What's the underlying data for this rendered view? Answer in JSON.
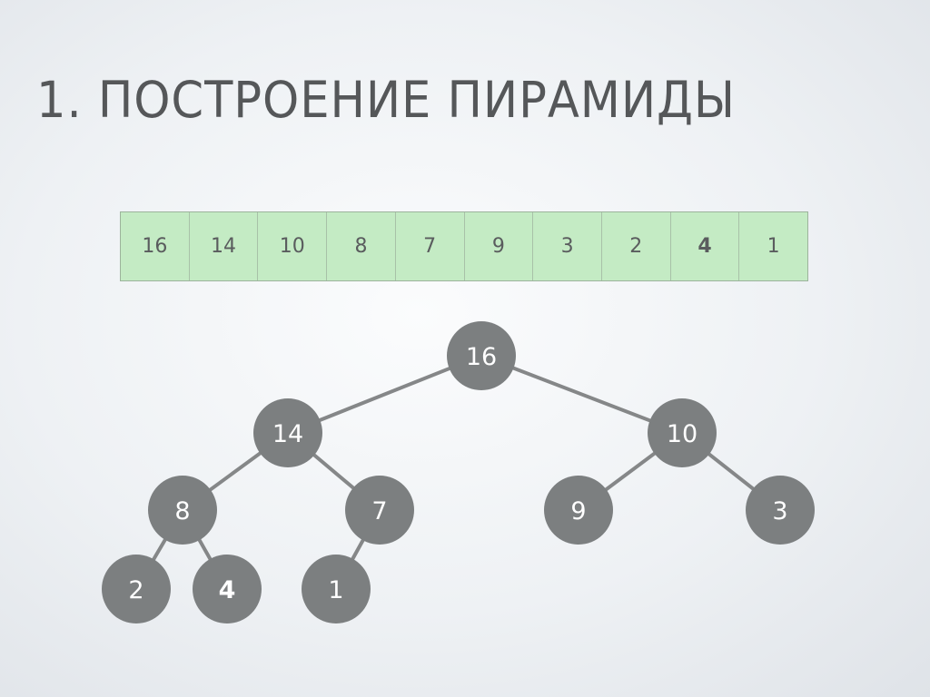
{
  "title": "1. ПОСТРОЕНИЕ ПИРАМИДЫ",
  "array": [
    {
      "value": "16",
      "highlight": false
    },
    {
      "value": "14",
      "highlight": false
    },
    {
      "value": "10",
      "highlight": false
    },
    {
      "value": "8",
      "highlight": false
    },
    {
      "value": "7",
      "highlight": false
    },
    {
      "value": "9",
      "highlight": false
    },
    {
      "value": "3",
      "highlight": false
    },
    {
      "value": "2",
      "highlight": false
    },
    {
      "value": "4",
      "highlight": true
    },
    {
      "value": "1",
      "highlight": false
    }
  ],
  "tree": {
    "nodes": [
      {
        "id": 0,
        "value": "16",
        "highlight": false
      },
      {
        "id": 1,
        "value": "14",
        "highlight": false
      },
      {
        "id": 2,
        "value": "10",
        "highlight": false
      },
      {
        "id": 3,
        "value": "8",
        "highlight": false
      },
      {
        "id": 4,
        "value": "7",
        "highlight": false
      },
      {
        "id": 5,
        "value": "9",
        "highlight": false
      },
      {
        "id": 6,
        "value": "3",
        "highlight": false
      },
      {
        "id": 7,
        "value": "2",
        "highlight": false
      },
      {
        "id": 8,
        "value": "4",
        "highlight": true
      },
      {
        "id": 9,
        "value": "1",
        "highlight": false
      }
    ],
    "edges": [
      [
        0,
        1
      ],
      [
        0,
        2
      ],
      [
        1,
        3
      ],
      [
        1,
        4
      ],
      [
        2,
        5
      ],
      [
        2,
        6
      ],
      [
        3,
        7
      ],
      [
        3,
        8
      ],
      [
        4,
        9
      ]
    ]
  },
  "colors": {
    "node_fill": "#7c7f80",
    "edge": "#858788",
    "array_fill": "#c4ebc4",
    "title": "#555759"
  }
}
